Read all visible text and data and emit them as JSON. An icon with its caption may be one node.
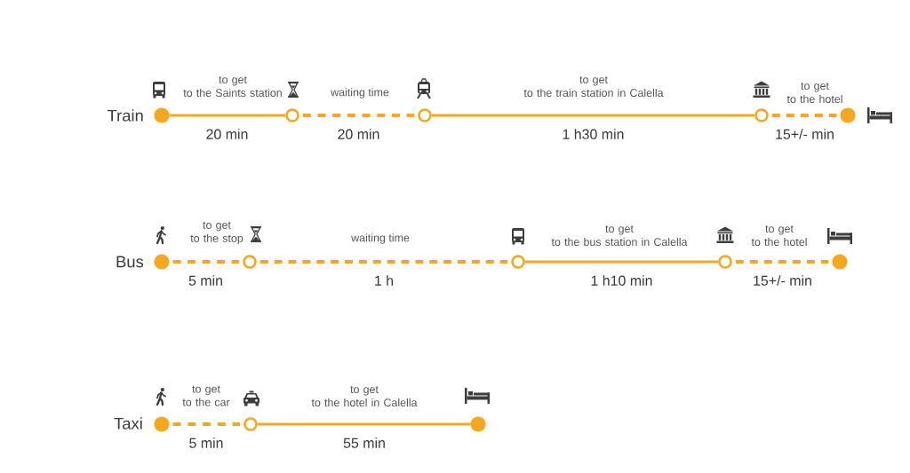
{
  "diagram": {
    "nodes": [
      {
        "text": [],
        "shape": "dot",
        "beside": [
          "Train"
        ]
      },
      {
        "text": [],
        "shape": "circle"
      },
      {
        "text": [],
        "shape": "circle"
      },
      {
        "text": [],
        "shape": "circle"
      },
      {
        "text": [],
        "shape": "dot"
      },
      {
        "text": [],
        "shape": "dot",
        "beside": [
          "Bus"
        ]
      },
      {
        "text": [],
        "shape": "circle"
      },
      {
        "text": [],
        "shape": "circle"
      },
      {
        "text": [],
        "shape": "circle"
      },
      {
        "text": [],
        "shape": "dot"
      },
      {
        "text": [],
        "shape": "dot",
        "beside": [
          "Taxi"
        ]
      },
      {
        "text": [],
        "shape": "circle"
      },
      {
        "text": [],
        "shape": "dot"
      }
    ],
    "edges": [
      {
        "from": 0,
        "to": 1,
        "arrow": "none",
        "label": "20 min"
      },
      {
        "from": 1,
        "to": 2,
        "arrow": "none",
        "label": "20 min",
        "style": "dashed"
      },
      {
        "from": 2,
        "to": 3,
        "arrow": "none",
        "label": "1 h30 min"
      },
      {
        "from": 3,
        "to": 4,
        "arrow": "none",
        "label": "15+/- min",
        "style": "dashed"
      },
      {
        "from": 5,
        "to": 6,
        "arrow": "none",
        "label": "5 min",
        "style": "dashed"
      },
      {
        "from": 6,
        "to": 7,
        "arrow": "none",
        "label": "1 h",
        "style": "dashed"
      },
      {
        "from": 7,
        "to": 8,
        "arrow": "none",
        "label": "1 h10 min"
      },
      {
        "from": 8,
        "to": 9,
        "arrow": "none",
        "label": "15+/- min",
        "style": "dashed"
      },
      {
        "from": 10,
        "to": 11,
        "arrow": "none",
        "label": "5 min",
        "style": "dashed"
      },
      {
        "from": 11,
        "to": 12,
        "arrow": "none",
        "label": "55 min"
      }
    ],
    "labels": [
      "to get to the Saints station",
      "waiting time",
      "to get to the train station in Calella",
      "to get to the hotel",
      "to get to the stop",
      "waiting time",
      "to get to the bus station in Calella",
      "to get to the hotel",
      "to get to the car",
      "to get to the hotel in Calella"
    ]
  }
}
